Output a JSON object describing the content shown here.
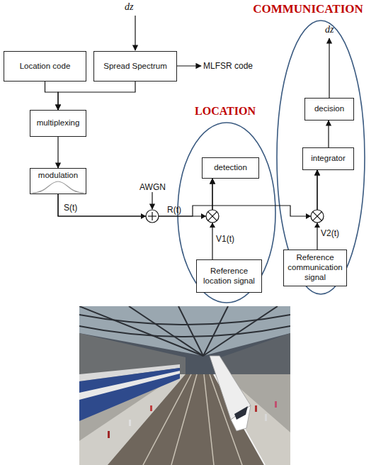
{
  "diagram": {
    "nodes": [
      {
        "text": [
          "Location code"
        ]
      },
      {
        "text": [
          "Spread Spectrum"
        ]
      },
      {
        "text": [
          "multiplexing"
        ]
      },
      {
        "text": [
          "modulation"
        ]
      },
      {
        "text": [
          "LOCATION"
        ]
      },
      {
        "text": [
          "detection"
        ],
        "in": 4
      },
      {
        "text": [
          "Reference location signal"
        ],
        "in": 4
      },
      {
        "text": [
          "COMMUNICATION"
        ]
      },
      {
        "text": [
          "decision"
        ],
        "in": 7
      },
      {
        "text": [
          "integrator"
        ],
        "in": 7
      },
      {
        "text": [
          "Reference communication signal"
        ],
        "in": 7
      }
    ],
    "edges": [
      {
        "from": 0,
        "to": 2,
        "arrow": "to"
      },
      {
        "from": 1,
        "to": 2,
        "arrow": "to"
      },
      {
        "from": 2,
        "to": 3,
        "arrow": "to"
      },
      {
        "from": 3,
        "to": 5,
        "arrow": "to"
      },
      {
        "from": 6,
        "to": 5,
        "arrow": "to"
      },
      {
        "from": 3,
        "to": 9,
        "arrow": "to"
      },
      {
        "from": 10,
        "to": 9,
        "arrow": "to"
      },
      {
        "from": 9,
        "to": 8,
        "arrow": "to"
      }
    ],
    "labels": [
      "dz",
      "MLFSR code",
      "AWGN",
      "S(t)",
      "R(t)",
      "V1(t)",
      "V2(t)",
      "dz"
    ]
  }
}
